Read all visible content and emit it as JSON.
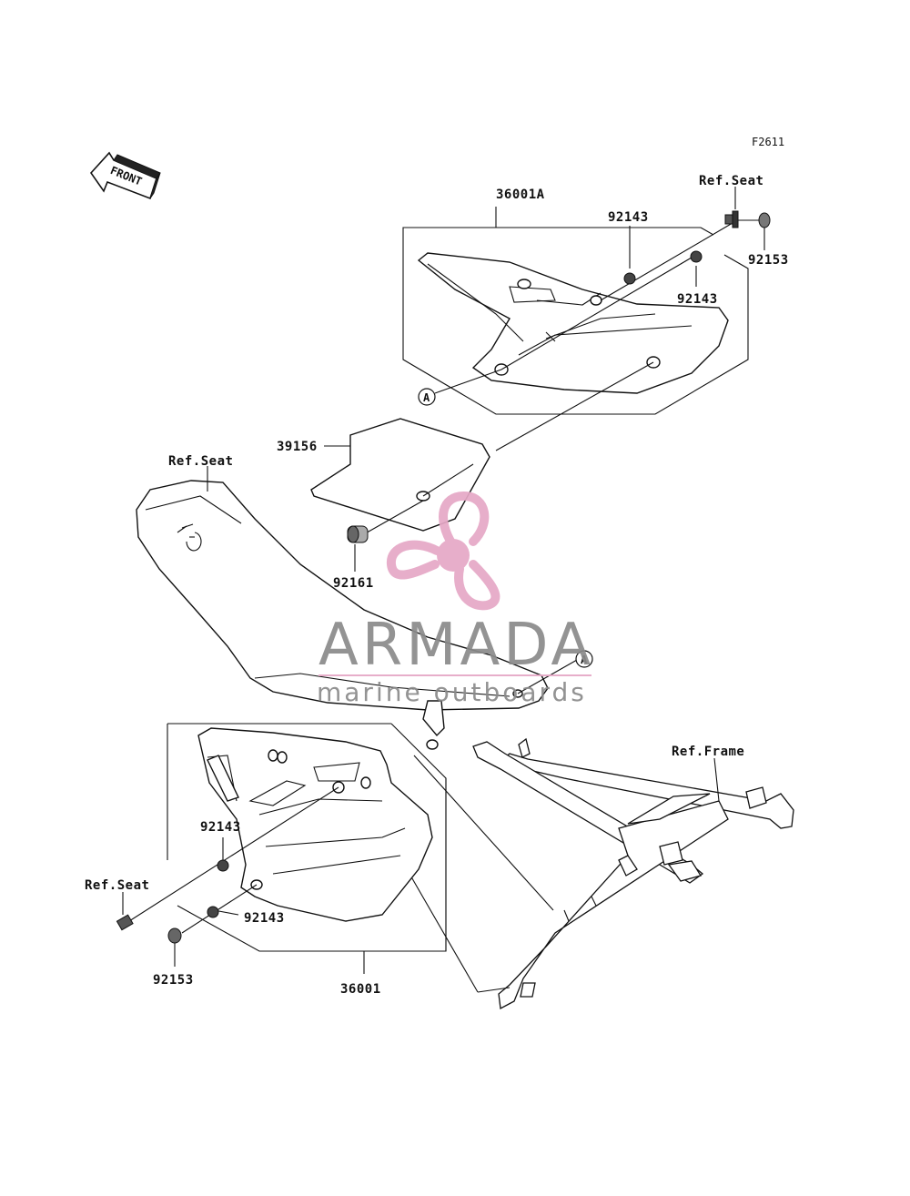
{
  "figure_code": "F2611",
  "front_arrow": {
    "label": "FRONT"
  },
  "callouts": {
    "A": "A"
  },
  "labels": {
    "part_36001A": "36001A",
    "part_92143_top_left": "92143",
    "part_92143_top_right": "92143",
    "part_92153_top": "92153",
    "ref_seat_top": "Ref.Seat",
    "part_39156": "39156",
    "ref_seat_mid": "Ref.Seat",
    "part_92161": "92161",
    "ref_frame": "Ref.Frame",
    "part_92143_bottom_upper": "92143",
    "ref_seat_bottom": "Ref.Seat",
    "part_92143_bottom_lower": "92143",
    "part_92153_bottom": "92153",
    "part_36001": "36001"
  },
  "watermark": {
    "title": "ARMADA",
    "subtitle": "marine outboards",
    "colors": {
      "text": "#8a8a8a",
      "accent": "#e6a8c6",
      "line": "#e6a8c6"
    }
  }
}
